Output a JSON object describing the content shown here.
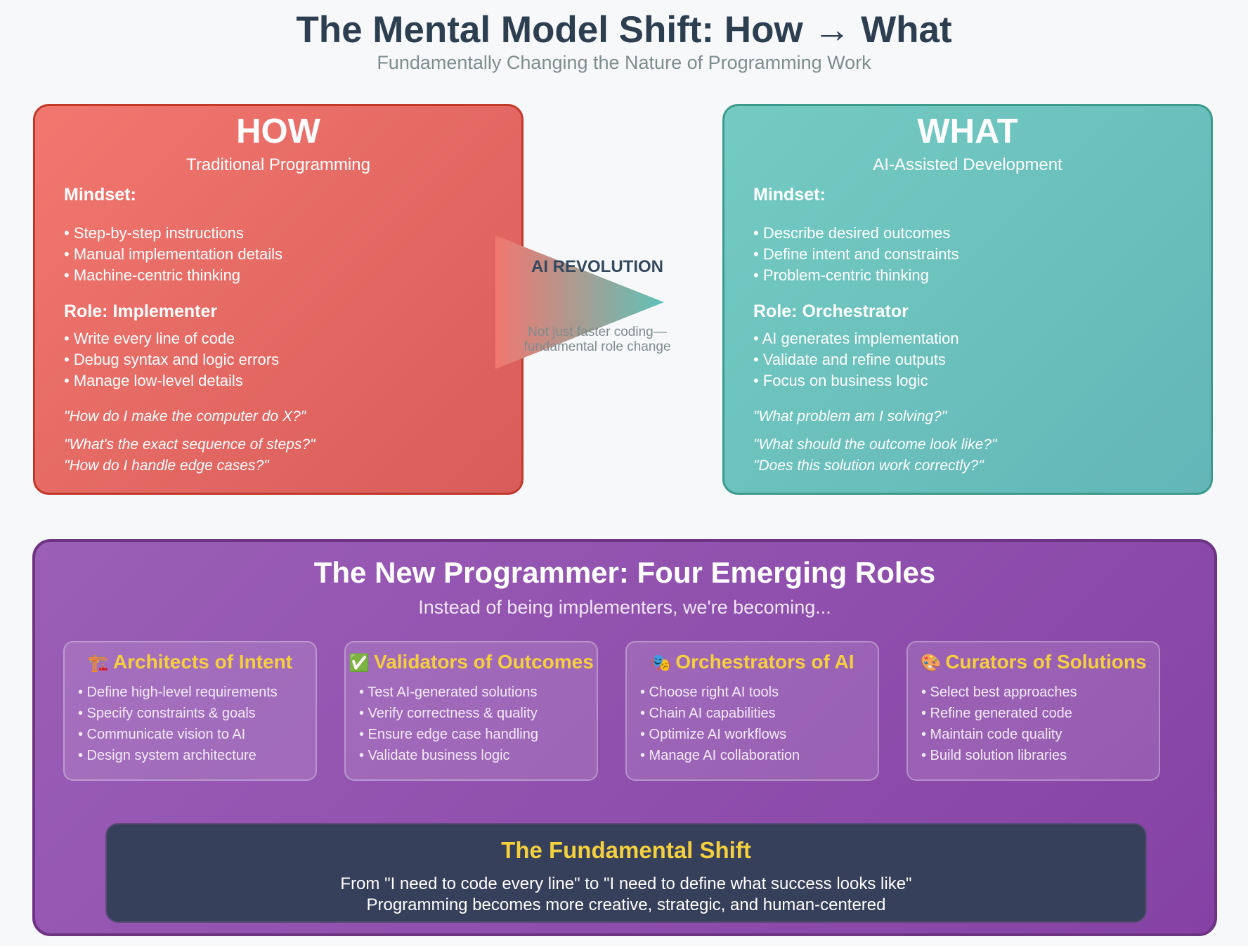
{
  "header": {
    "title": "The Mental Model Shift: How → What",
    "subtitle": "Fundamentally Changing the Nature of Programming Work"
  },
  "how": {
    "heading": "HOW",
    "subheading": "Traditional Programming",
    "mindset_label": "Mindset:",
    "mindset_items": [
      "• Step-by-step instructions",
      "• Manual implementation details",
      "• Machine-centric thinking"
    ],
    "role_label": "Role: Implementer",
    "role_items": [
      "• Write every line of code",
      "• Debug syntax and logic errors",
      "• Manage low-level details"
    ],
    "questions": [
      "\"How do I make the computer do X?\"",
      "\"What's the exact sequence of steps?\"",
      "\"How do I handle edge cases?\""
    ]
  },
  "transition": {
    "label": "AI REVOLUTION",
    "note_line1": "Not just faster coding—",
    "note_line2": "fundamental role change"
  },
  "what": {
    "heading": "WHAT",
    "subheading": "AI-Assisted Development",
    "mindset_label": "Mindset:",
    "mindset_items": [
      "• Describe desired outcomes",
      "• Define intent and constraints",
      "• Problem-centric thinking"
    ],
    "role_label": "Role: Orchestrator",
    "role_items": [
      "• AI generates implementation",
      "• Validate and refine outputs",
      "• Focus on business logic"
    ],
    "questions": [
      "\"What problem am I solving?\"",
      "\"What should the outcome look like?\"",
      "\"Does this solution work correctly?\""
    ]
  },
  "roles": {
    "title": "The New Programmer: Four Emerging Roles",
    "subtitle": "Instead of being implementers, we're becoming...",
    "cards": [
      {
        "icon": "🏗️",
        "title": "Architects of Intent",
        "items": [
          "• Define high-level requirements",
          "• Specify constraints & goals",
          "• Communicate vision to AI",
          "• Design system architecture"
        ]
      },
      {
        "icon": "✅",
        "title": "Validators of Outcomes",
        "items": [
          "• Test AI-generated solutions",
          "• Verify correctness & quality",
          "• Ensure edge case handling",
          "• Validate business logic"
        ]
      },
      {
        "icon": "🎭",
        "title": "Orchestrators of AI",
        "items": [
          "• Choose right AI tools",
          "• Chain AI capabilities",
          "• Optimize AI workflows",
          "• Manage AI collaboration"
        ]
      },
      {
        "icon": "🎨",
        "title": "Curators of Solutions",
        "items": [
          "• Select best approaches",
          "• Refine generated code",
          "• Maintain code quality",
          "• Build solution libraries"
        ]
      }
    ]
  },
  "shift": {
    "title": "The Fundamental Shift",
    "line1": "From \"I need to code every line\" to \"I need to define what success looks like\"",
    "line2": "Programming becomes more creative, strategic, and human-centered"
  }
}
